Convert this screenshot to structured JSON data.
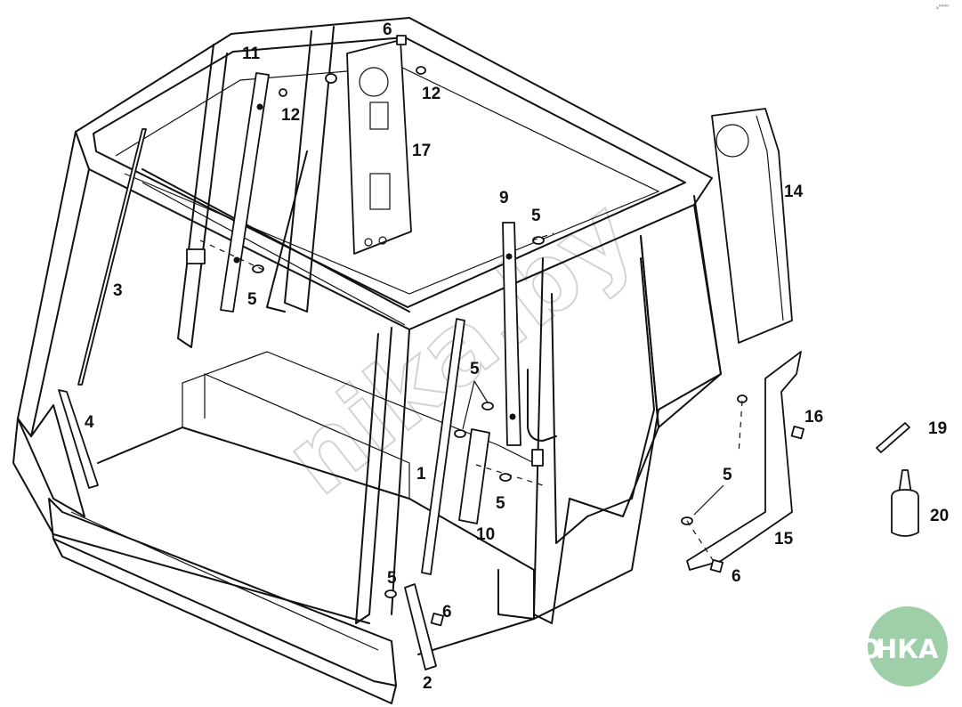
{
  "callouts": [
    {
      "id": "c1",
      "text": "1"
    },
    {
      "id": "c2",
      "text": "2"
    },
    {
      "id": "c3",
      "text": "3"
    },
    {
      "id": "c4",
      "text": "4"
    },
    {
      "id": "c5a",
      "text": "5"
    },
    {
      "id": "c5b",
      "text": "5"
    },
    {
      "id": "c5c",
      "text": "5"
    },
    {
      "id": "c5d",
      "text": "5"
    },
    {
      "id": "c5e",
      "text": "5"
    },
    {
      "id": "c5f",
      "text": "5"
    },
    {
      "id": "c6a",
      "text": "6"
    },
    {
      "id": "c6b",
      "text": "6"
    },
    {
      "id": "c6c",
      "text": "6"
    },
    {
      "id": "c9",
      "text": "9"
    },
    {
      "id": "c10",
      "text": "10"
    },
    {
      "id": "c11",
      "text": "11"
    },
    {
      "id": "c12a",
      "text": "12"
    },
    {
      "id": "c12b",
      "text": "12"
    },
    {
      "id": "c14",
      "text": "14"
    },
    {
      "id": "c15",
      "text": "15"
    },
    {
      "id": "c16",
      "text": "16"
    },
    {
      "id": "c17",
      "text": "17"
    },
    {
      "id": "c19",
      "text": "19"
    },
    {
      "id": "c20",
      "text": "20"
    }
  ],
  "watermark": "nika.by",
  "logo": {
    "text_left": "АГРО",
    "text_right": "НКА",
    "bg_color": "#9fcfa9"
  },
  "corner_mark": "ₐ⁰⁰⁰⁰"
}
